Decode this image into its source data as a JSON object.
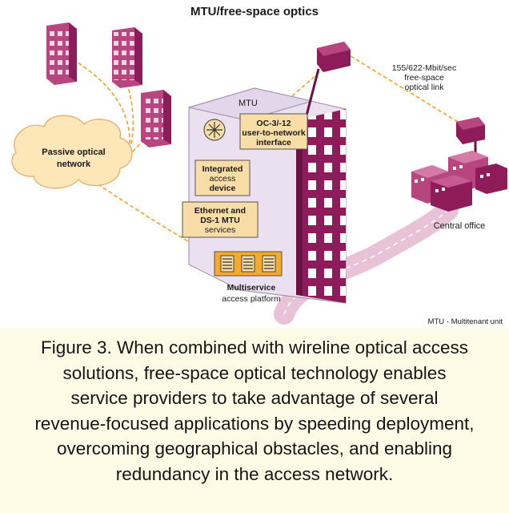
{
  "diagram": {
    "title": "MTU/free-space optics",
    "labels": {
      "passive_network": [
        "Passive optical",
        "network"
      ],
      "mtu": "MTU",
      "link": [
        "155/622-Mbit/sec",
        "free-space",
        "optical link"
      ],
      "interface": [
        "OC-3/-12",
        "user-to-network",
        "interface"
      ],
      "access_device": [
        "Integrated",
        "access",
        "device"
      ],
      "services": [
        "Ethernet and",
        "DS-1 MTU",
        "services"
      ],
      "central_office": "Central office",
      "platform": [
        "Multiservice",
        "access platform"
      ],
      "legend": "MTU - Multitenant unit"
    },
    "colors": {
      "building": "#8e1c5a",
      "building_dark": "#6a1242",
      "window": "#ffffff",
      "box": "#f9dda6",
      "link": "#f0a030",
      "cloud": "#fde6b8",
      "lilac": "#ebe0ef"
    }
  },
  "caption": {
    "lines": [
      "Figure 3. When combined with wireline optical access",
      "solutions, free-space optical technology enables",
      "service providers to take advantage of several",
      "revenue-focused applications by speeding deployment,",
      "overcoming geographical obstacles, and enabling",
      "redundancy in the access network."
    ]
  }
}
